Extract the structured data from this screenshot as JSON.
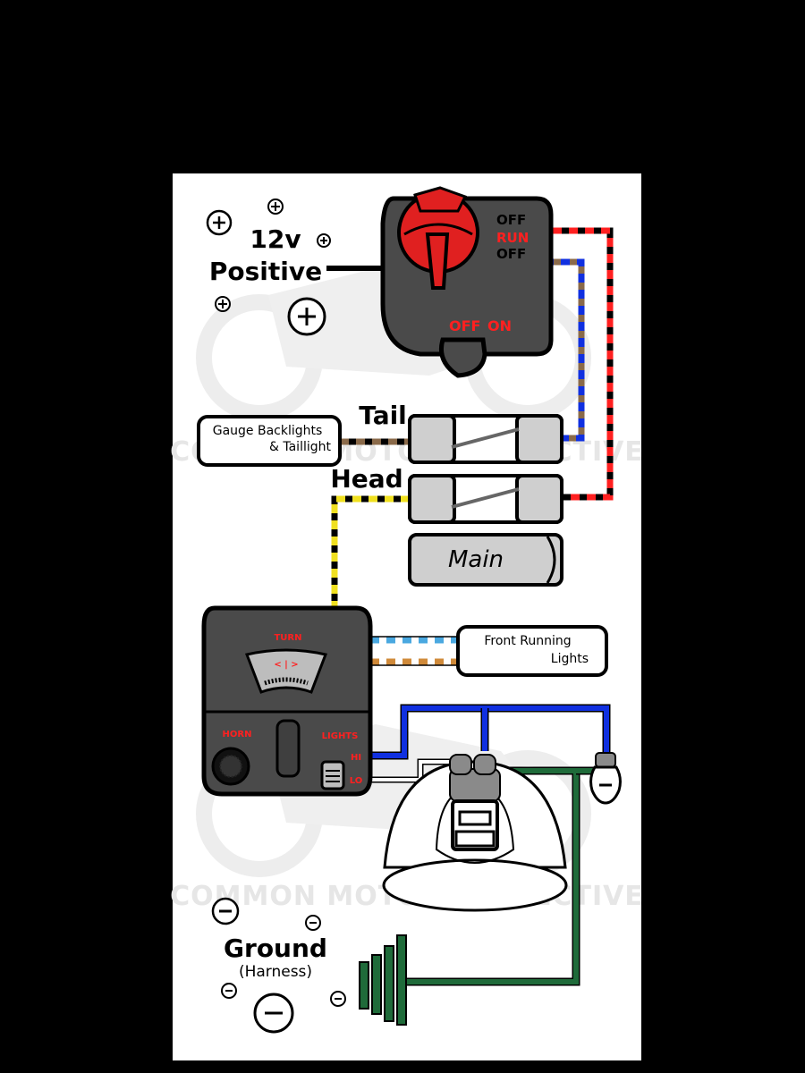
{
  "colors": {
    "background": "#000000",
    "panel": "#ffffff",
    "wire_red": "#ff2020",
    "wire_blue": "#1030e0",
    "wire_brown": "#8a6a4a",
    "wire_yellow": "#f0e020",
    "wire_green": "#1f6b3a",
    "wire_lightblue": "#4aa8e0",
    "wire_orange": "#d08a3a",
    "switch_body": "#4a4a4a",
    "switch_red": "#e02020"
  },
  "power": {
    "voltage_label": "12v",
    "positive_label": "Positive"
  },
  "ignition_switch": {
    "top_off": "OFF",
    "run": "RUN",
    "bottom_off": "OFF",
    "kill_off": "OFF",
    "kill_on": "ON"
  },
  "fuses": {
    "tail_label": "Tail",
    "head_label": "Head",
    "main_label": "Main"
  },
  "boxes": {
    "gauge_line1": "Gauge Backlights",
    "gauge_line2": "& Taillight",
    "front_line1": "Front Running",
    "front_line2": "Lights"
  },
  "control_switch": {
    "turn": "TURN",
    "horn": "HORN",
    "lights": "LIGHTS",
    "hi": "HI",
    "lo": "LO"
  },
  "ground": {
    "label": "Ground",
    "sublabel": "(Harness)"
  },
  "watermark": {
    "text": "COMMON MOTOR COLLECTIVE"
  }
}
